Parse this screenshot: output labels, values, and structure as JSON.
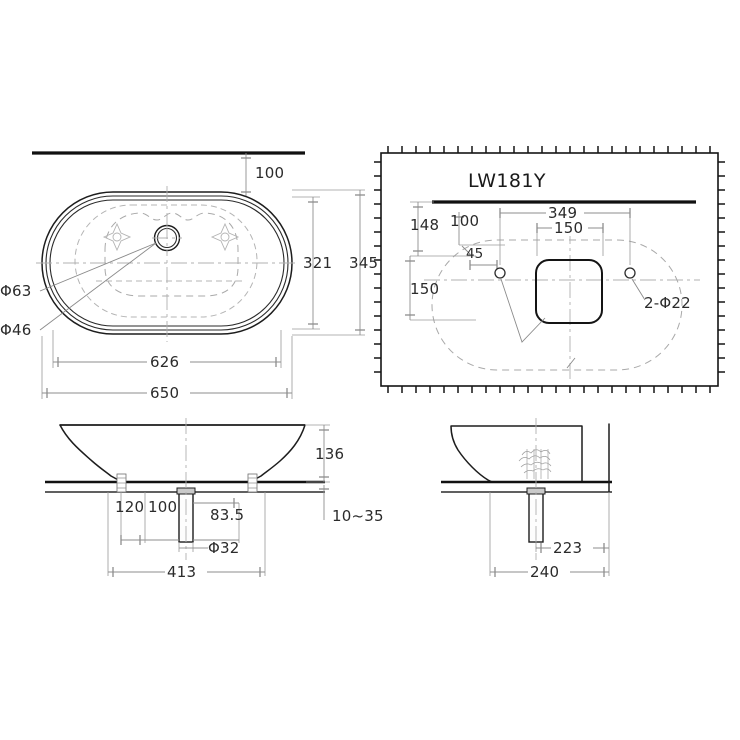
{
  "document": {
    "type": "technical-drawing",
    "product_code": "LW181Y",
    "description": "Vessel basin dimensional drawing — plan view, detail view and two section views"
  },
  "colors": {
    "background": "#ffffff",
    "outline": "#1d1d1d",
    "dimension": "#8d8d8d",
    "hidden": "#a9a9a9",
    "text": "#2b2b2b"
  },
  "views": {
    "plan": {
      "name": "plan-view",
      "dimensions": {
        "wall_offset": "100",
        "bowl_depth_inner": "321",
        "overall_depth": "345",
        "inner_width": "626",
        "overall_width": "650",
        "drain_outer": "Φ63",
        "drain_inner": "Φ46"
      }
    },
    "detail": {
      "name": "detail-view",
      "title": "LW181Y",
      "dimensions": {
        "top_to_centre": "148",
        "wall_to_hole": "100",
        "hole_spacing": "349",
        "faucet_width": "150",
        "left_offset": "45",
        "lower_band": "150",
        "hole_callout": "2-Φ22"
      }
    },
    "section_front": {
      "name": "front-section-view",
      "dimensions": {
        "basin_height": "136",
        "left_bolt": "120",
        "centre_offset": "100",
        "right_offset": "83.5",
        "drain_pipe": "Φ32",
        "overall_span": "413",
        "counter_thickness": "10~35"
      }
    },
    "section_side": {
      "name": "side-section-view",
      "dimensions": {
        "drain_to_edge": "223",
        "overall_depth": "240"
      }
    }
  },
  "labels": {
    "d100": "100",
    "d321": "321",
    "d345": "345",
    "d626": "626",
    "d650": "650",
    "phi63": "Φ63",
    "phi46": "Φ46",
    "detail_title": "LW181Y",
    "d148": "148",
    "d100b": "100",
    "d349": "349",
    "d150": "150",
    "d45": "45",
    "d150b": "150",
    "phi22": "2-Φ22",
    "d136": "136",
    "d120": "120",
    "d100c": "100",
    "d83_5": "83.5",
    "phi32": "Φ32",
    "d413": "413",
    "d10_35": "10~35",
    "d223": "223",
    "d240": "240"
  }
}
